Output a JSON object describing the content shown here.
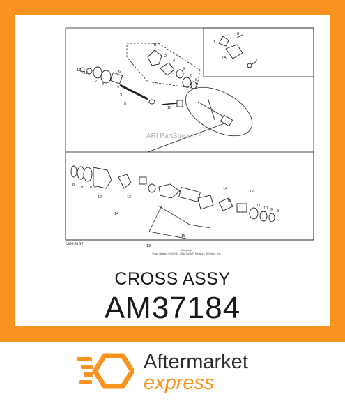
{
  "part": {
    "name": "CROSS ASSY",
    "number": "AM37184"
  },
  "diagram": {
    "figure_id": "MP16197",
    "watermark": "ARI PartStream™",
    "copyright_line1": "Copyright",
    "copyright_line2": "Page design (c) 2004 - 2016 by ARI Network Services, Inc.",
    "callouts": [
      "1",
      "2",
      "3",
      "4",
      "5",
      "6",
      "7",
      "7A",
      "7B",
      "8",
      "9",
      "10",
      "11",
      "12",
      "13",
      "14",
      "15",
      "16",
      "17",
      "18",
      "19"
    ]
  },
  "brand": {
    "line1": "Aftermarket",
    "line2": "express",
    "icon": "hexagon-speed-logo-icon"
  },
  "colors": {
    "accent": "#f7931e",
    "text": "#1a1a1a"
  }
}
